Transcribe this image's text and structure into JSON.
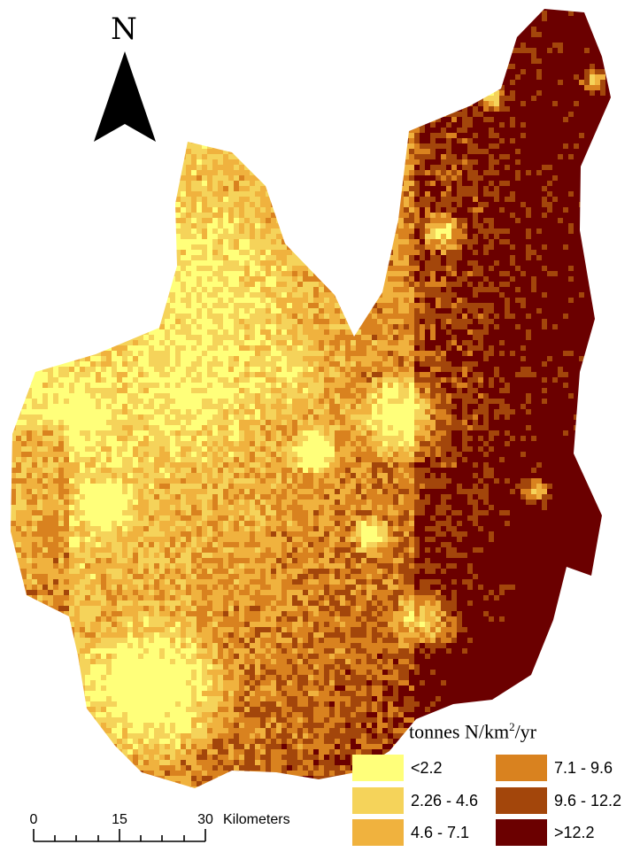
{
  "north_arrow": {
    "letter": "N"
  },
  "legend": {
    "title_prefix": "tonnes N/km",
    "title_sup": "2",
    "title_suffix": "/yr",
    "classes": [
      {
        "label": "<2.2",
        "color": "#ffff7a"
      },
      {
        "label": "2.26 - 4.6",
        "color": "#f5d35a"
      },
      {
        "label": "4.6 - 7.1",
        "color": "#f0b23e"
      },
      {
        "label": "7.1 - 9.6",
        "color": "#d9821f"
      },
      {
        "label": "9.6 - 12.2",
        "color": "#a3460b"
      },
      {
        "label": ">12.2",
        "color": "#6b0000"
      }
    ]
  },
  "scale_bar": {
    "ticks": [
      "0",
      "15",
      "30"
    ],
    "unit": "Kilometers"
  }
}
